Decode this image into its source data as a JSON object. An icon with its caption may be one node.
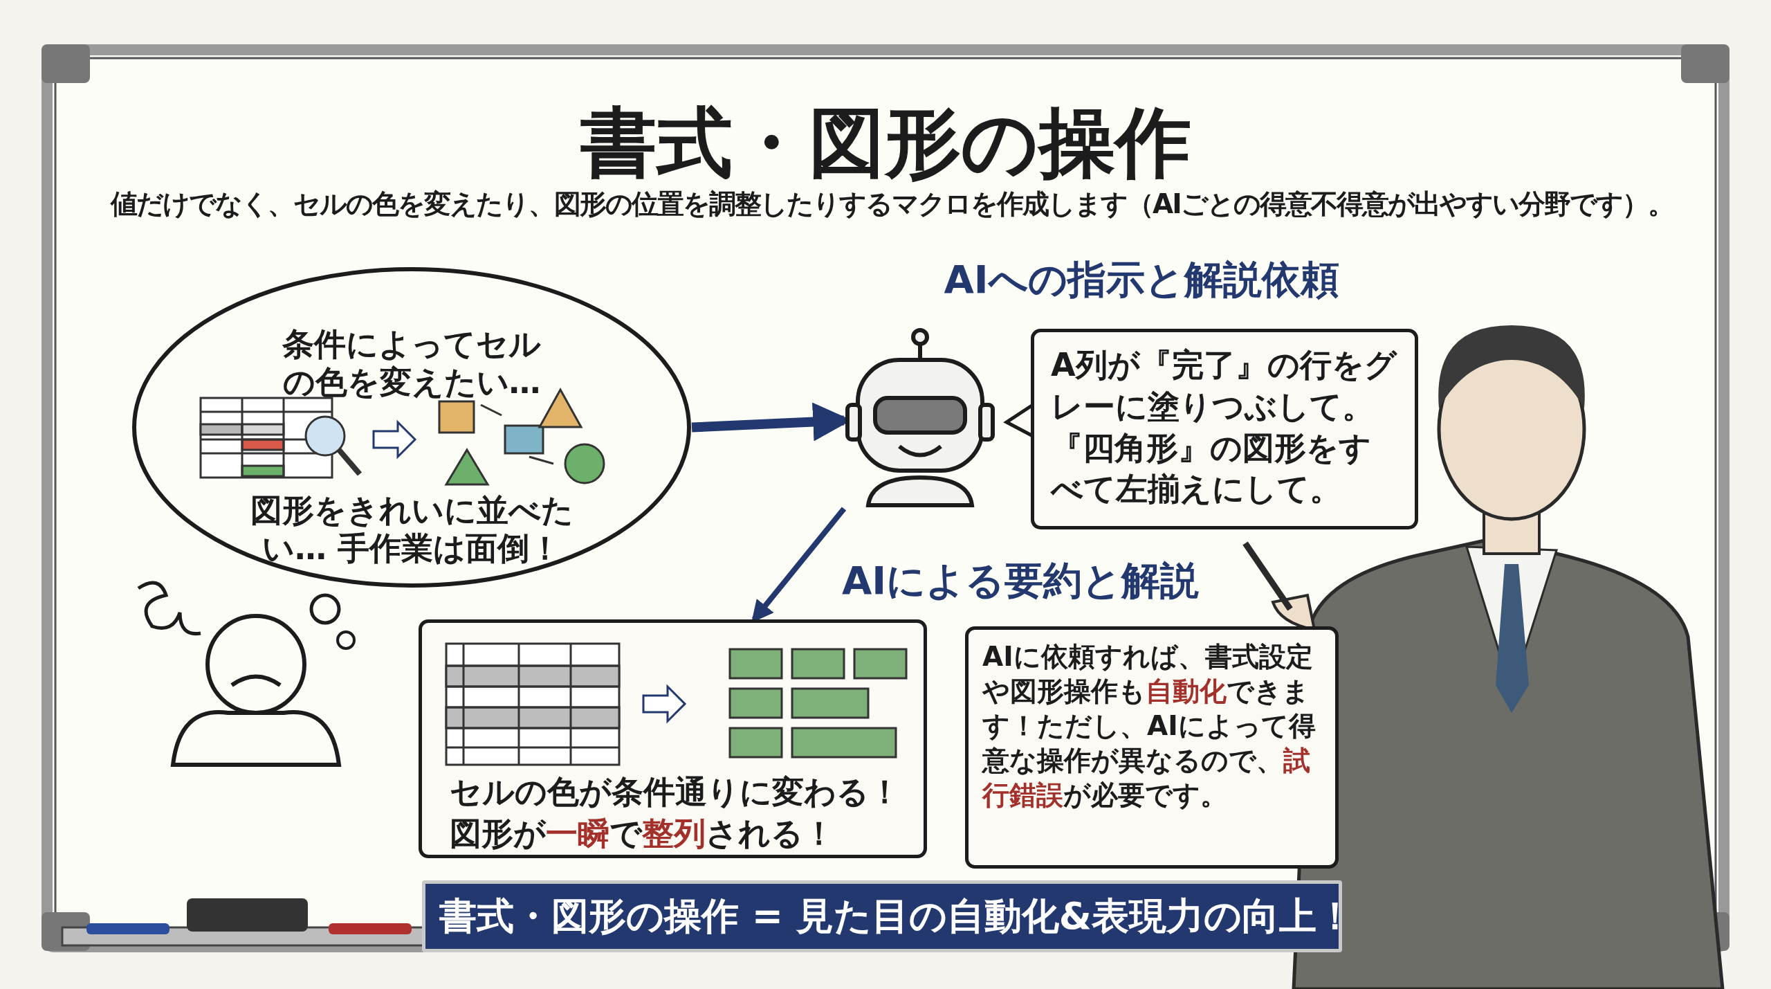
{
  "diagram": {
    "title": "書式・図形の操作",
    "nodes": [
      {
        "text": [
          "条件によってセルの色を変えたい…",
          "図形をきれいに並べたい… 手作業は面倒！"
        ]
      },
      {
        "text": [],
        "shape": "picture"
      },
      {
        "text": [
          "A列が『完了』の行をグレーに塗りつぶして。『四角形』の図形をすべて左揃えにして。"
        ]
      },
      {
        "text": [
          "セルの色が条件通りに変わる！図形が**一瞬**で**整列**される！"
        ]
      },
      {
        "text": [
          "AIに依頼すれば、書式設定や図形操作も**自動化**できます！ただし、AIによって得意な操作が異なるので、**試行錯誤**が必要です。"
        ]
      },
      {
        "text": [
          "書式・図形の操作 = 見た目の自動化&表現力の向上！"
        ]
      }
    ],
    "edges": [
      {
        "from": 0,
        "to": 1,
        "arrow": "to"
      },
      {
        "from": 1,
        "to": 3,
        "arrow": "to"
      }
    ],
    "labels": [
      "値だけでなく、セルの色を変えたり、図形の位置を調整したりするマクロを作成します（AIごとの得意不得意が出やすい分野です）。",
      "AIへの指示と解説依頼",
      "AIによる要約と解説"
    ]
  }
}
